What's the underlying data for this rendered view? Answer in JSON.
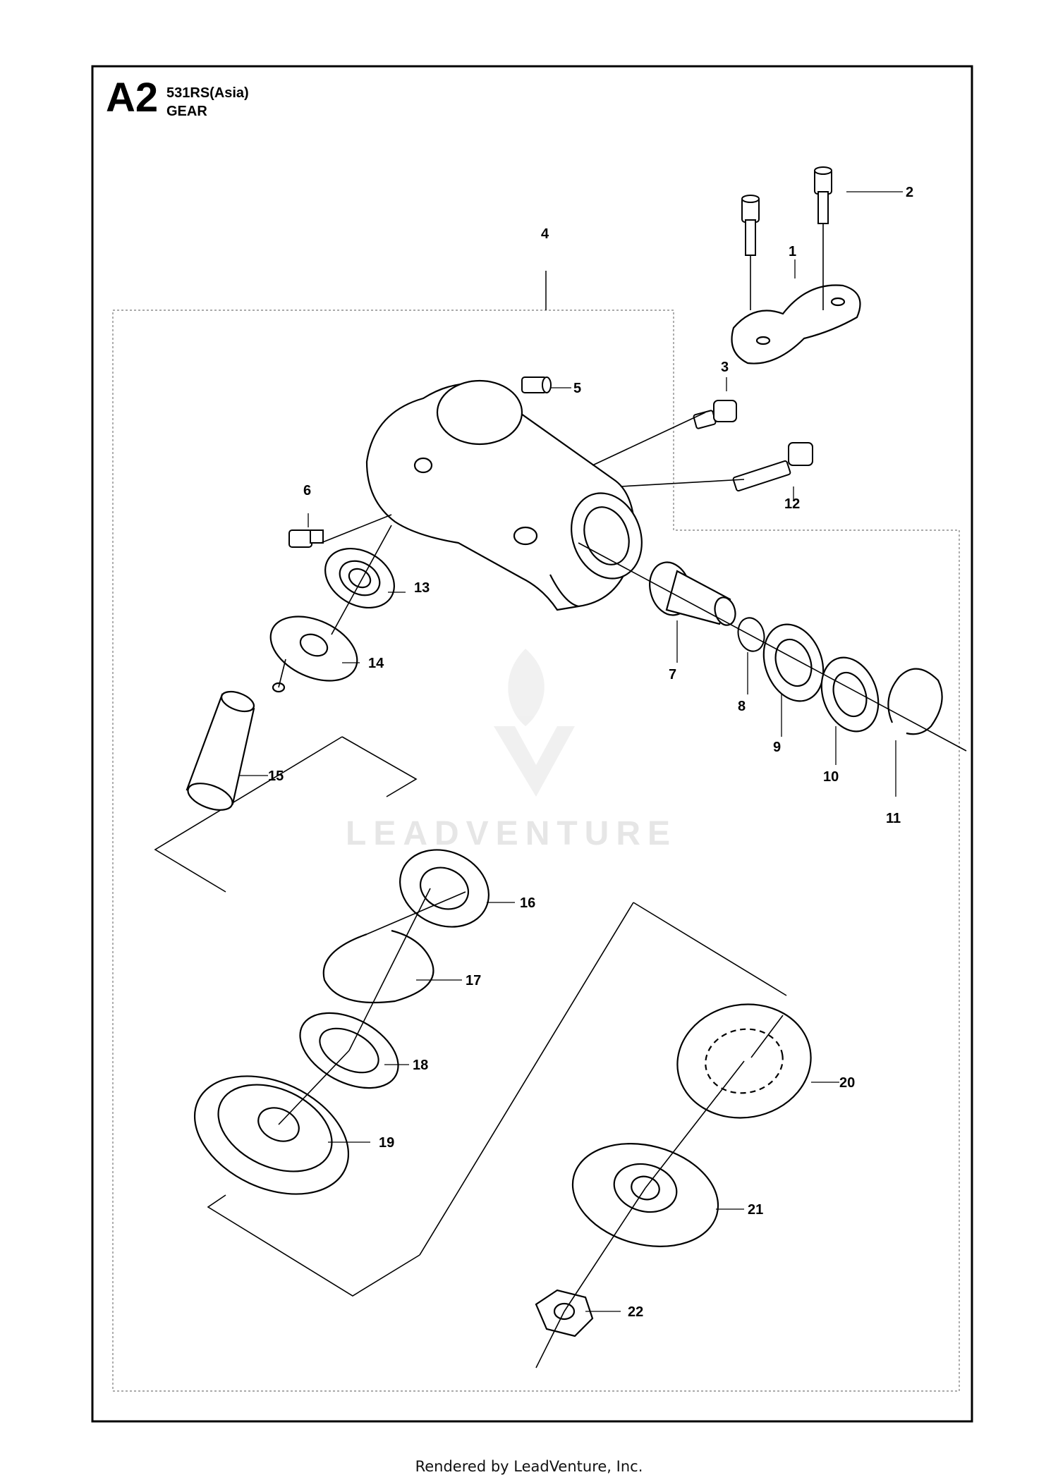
{
  "header": {
    "code": "A2",
    "model": "531RS(Asia)",
    "section": "GEAR"
  },
  "callouts": [
    "1",
    "2",
    "3",
    "4",
    "5",
    "6",
    "7",
    "8",
    "9",
    "10",
    "11",
    "12",
    "13",
    "14",
    "15",
    "16",
    "17",
    "18",
    "19",
    "20",
    "21",
    "22"
  ],
  "watermark": "LEADVENTURE",
  "footer": "Rendered by LeadVenture, Inc."
}
